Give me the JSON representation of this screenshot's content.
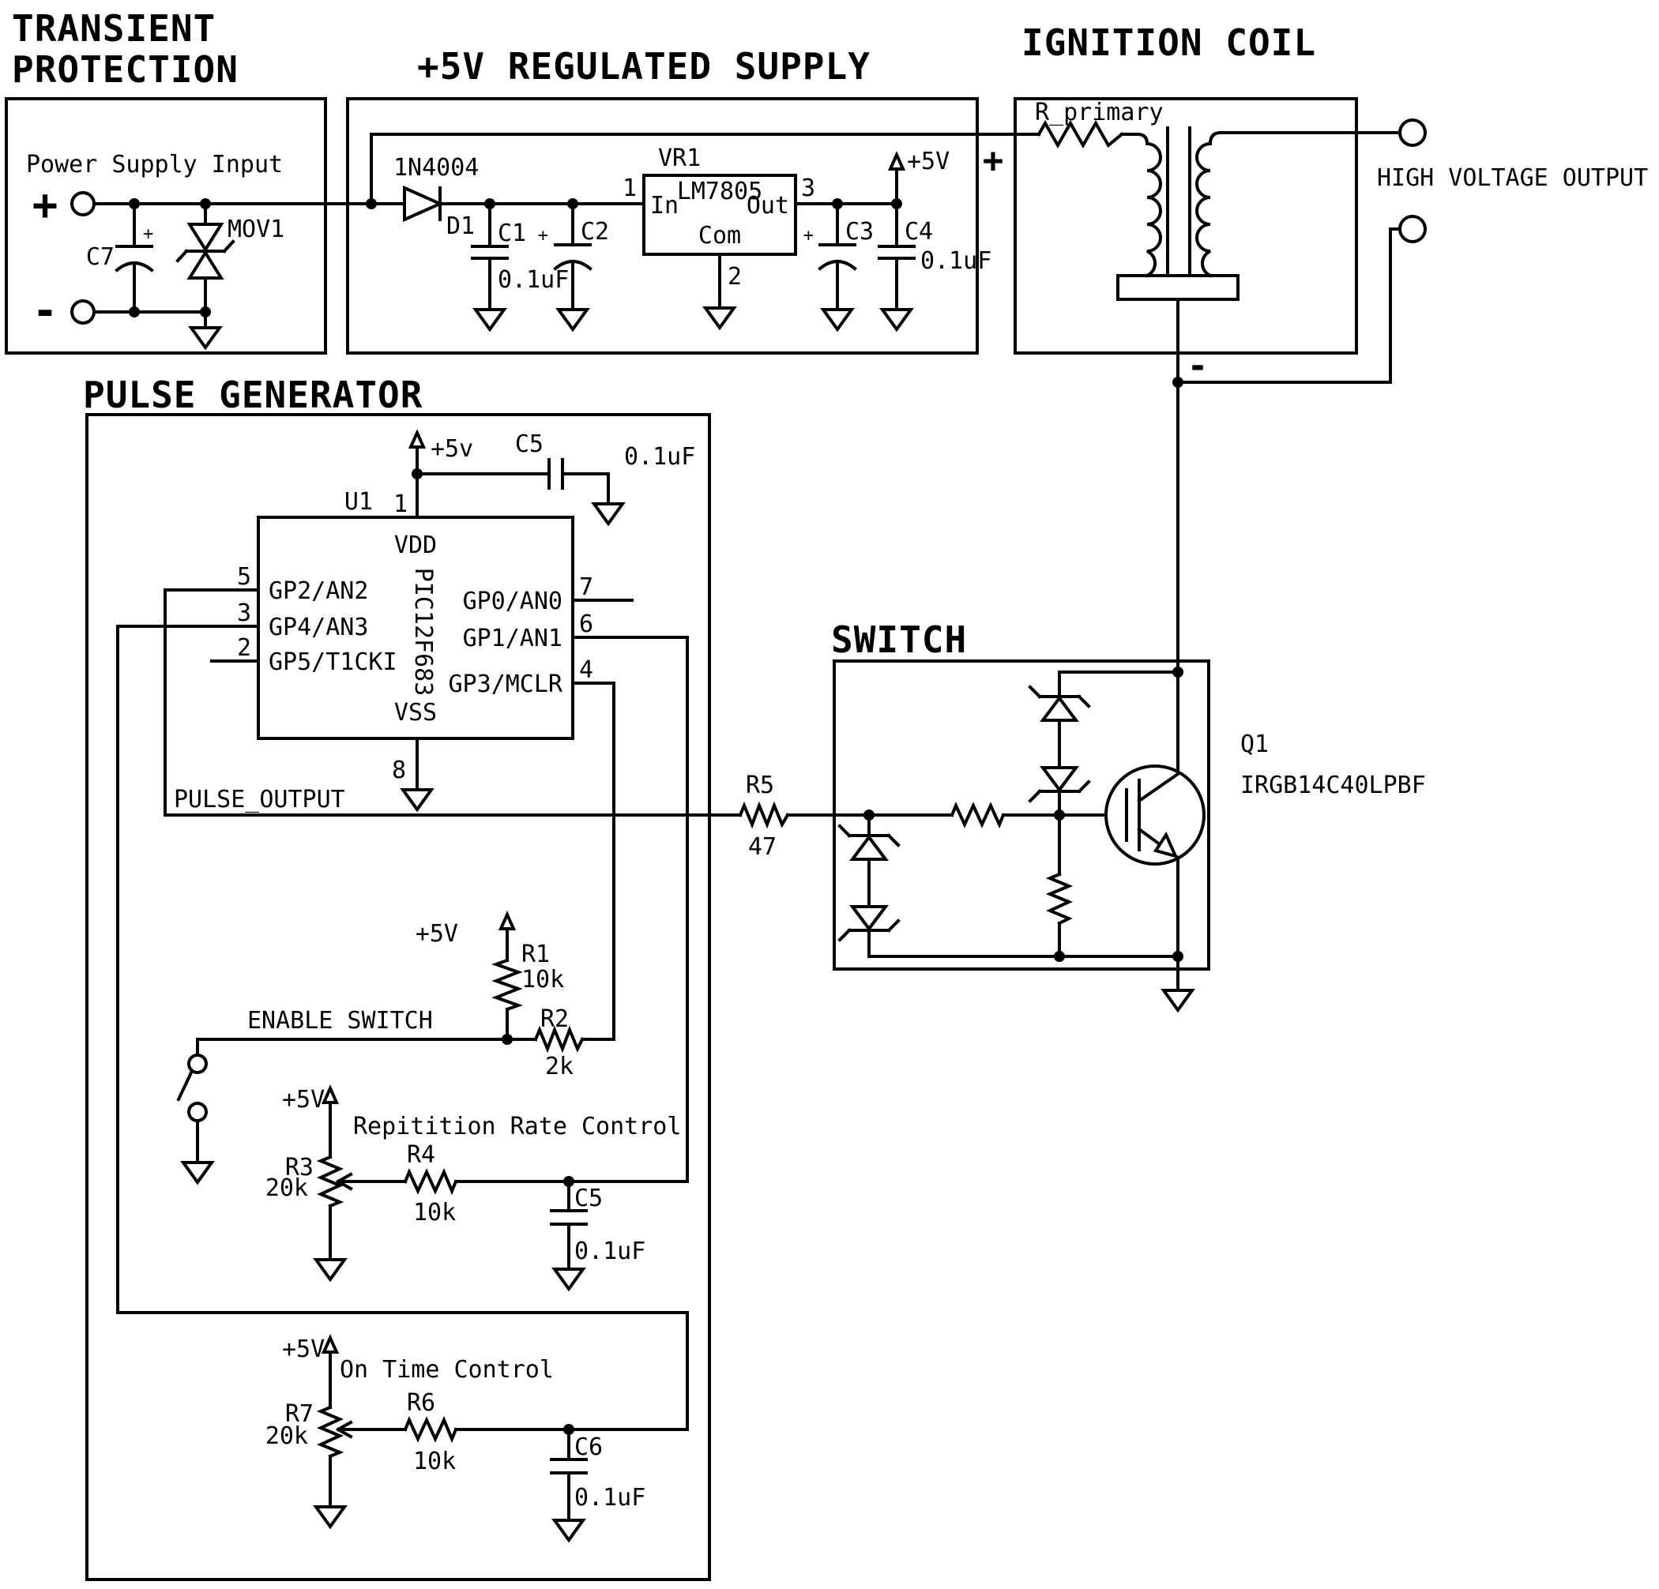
{
  "colors": {
    "ink": "#000000",
    "background": "#ffffff"
  },
  "titles": {
    "transient_line1": "TRANSIENT",
    "transient_line2": "PROTECTION",
    "supply": "+5V REGULATED SUPPLY",
    "coil": "IGNITION COIL",
    "pulse": "PULSE GENERATOR",
    "switch": "SWITCH"
  },
  "transient": {
    "input_label": "Power Supply Input",
    "plus": "+",
    "minus": "-",
    "c7": "C7",
    "c7_plus": "+",
    "mov1": "MOV1"
  },
  "supply": {
    "d1_part": "1N4004",
    "d1": "D1",
    "c1": "C1",
    "c1_val": "0.1uF",
    "c2": "C2",
    "c2_plus": "+",
    "vr1": "VR1",
    "vr1_part": "LM7805",
    "pin_in": "In",
    "pin_out": "Out",
    "pin_com": "Com",
    "pin1": "1",
    "pin2": "2",
    "pin3": "3",
    "c3": "C3",
    "c3_plus": "+",
    "c4": "C4",
    "c4_val": "0.1uF",
    "rail": "+5V"
  },
  "coil": {
    "r_primary": "R_primary",
    "plus": "+",
    "minus": "-",
    "hv_output": "HIGH VOLTAGE OUTPUT"
  },
  "pulse": {
    "u1": "U1",
    "ic_name": "PIC12F683",
    "vdd": "VDD",
    "vss": "VSS",
    "pin1": "1",
    "pin5": "5",
    "pin3": "3",
    "pin2": "2",
    "pin7": "7",
    "pin6": "6",
    "pin4": "4",
    "pin8": "8",
    "gp2": "GP2/AN2",
    "gp4": "GP4/AN3",
    "gp5": "GP5/T1CKI",
    "gp0": "GP0/AN0",
    "gp1": "GP1/AN1",
    "gp3": "GP3/MCLR",
    "vdd_rail": "+5v",
    "c5_dec": "C5",
    "c5_dec_val": "0.1uF",
    "pulse_output": "PULSE_OUTPUT",
    "enable_label": "ENABLE SWITCH",
    "r1": "R1",
    "r1_val": "10k",
    "r2": "R2",
    "r2_val": "2k",
    "r1_rail": "+5V",
    "rep_title": "Repitition Rate Control",
    "rep_rail": "+5V",
    "r3": "R3",
    "r3_val": "20k",
    "r4": "R4",
    "r4_val": "10k",
    "c5": "C5",
    "c5_val": "0.1uF",
    "ot_title": "On Time Control",
    "ot_rail": "+5V",
    "r7": "R7",
    "r7_val": "20k",
    "r6": "R6",
    "r6_val": "10k",
    "c6": "C6",
    "c6_val": "0.1uF"
  },
  "switch": {
    "r5": "R5",
    "r5_val": "47",
    "q1": "Q1",
    "q1_part": "IRGB14C40LPBF"
  }
}
